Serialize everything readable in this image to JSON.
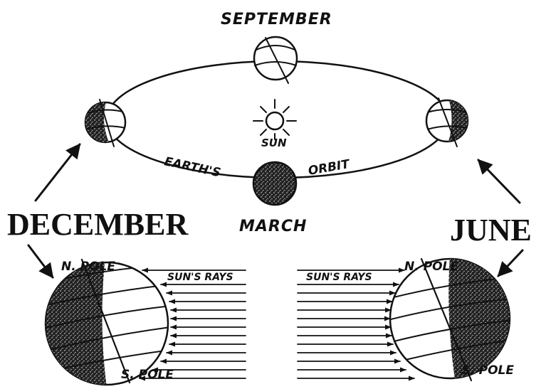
{
  "labels": {
    "september": "SEPTEMBER",
    "march": "MARCH",
    "december": "DECEMBER",
    "june": "JUNE",
    "sun": "SUN",
    "orbit_left": "EARTH'S",
    "orbit_right": "ORBIT",
    "suns_rays_left": "SUN'S RAYS",
    "suns_rays_right": "SUN'S RAYS",
    "n_pole_left": "N. POLE",
    "s_pole_left": "S. POLE",
    "n_pole_right": "N. POLE",
    "s_pole_right": "S. POLE"
  },
  "colors": {
    "ink": "#111111",
    "paper": "#ffffff"
  }
}
